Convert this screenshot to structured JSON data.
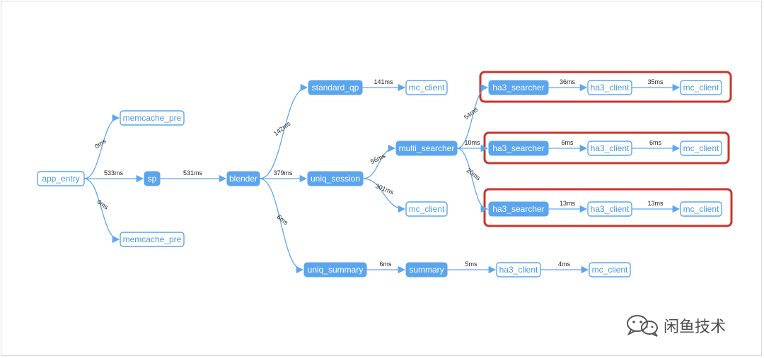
{
  "diagram": {
    "nodes": [
      {
        "id": "app_entry",
        "label": "app_entry",
        "style": "outline"
      },
      {
        "id": "memcache_pre_top",
        "label": "memcache_pre",
        "style": "outline"
      },
      {
        "id": "memcache_pre_bottom",
        "label": "memcache_pre",
        "style": "outline"
      },
      {
        "id": "sp",
        "label": "sp",
        "style": "filled"
      },
      {
        "id": "blender",
        "label": "blender",
        "style": "filled"
      },
      {
        "id": "standard_qp",
        "label": "standard_qp",
        "style": "filled"
      },
      {
        "id": "uniq_session",
        "label": "uniq_session",
        "style": "filled"
      },
      {
        "id": "uniq_summary",
        "label": "uniq_summary",
        "style": "filled"
      },
      {
        "id": "mc_client_qp",
        "label": "mc_client",
        "style": "outline"
      },
      {
        "id": "multi_searcher",
        "label": "multi_searcher",
        "style": "filled"
      },
      {
        "id": "mc_client_session",
        "label": "mc_client",
        "style": "outline"
      },
      {
        "id": "summary",
        "label": "summary",
        "style": "filled"
      },
      {
        "id": "ha3_client_summary",
        "label": "ha3_client",
        "style": "outline"
      },
      {
        "id": "mc_client_summary",
        "label": "mc_client",
        "style": "outline"
      },
      {
        "id": "ha3_searcher_1",
        "label": "ha3_searcher",
        "style": "filled"
      },
      {
        "id": "ha3_client_1",
        "label": "ha3_client",
        "style": "outline"
      },
      {
        "id": "mc_client_1",
        "label": "mc_client",
        "style": "outline"
      },
      {
        "id": "ha3_searcher_2",
        "label": "ha3_searcher",
        "style": "filled"
      },
      {
        "id": "ha3_client_2",
        "label": "ha3_client",
        "style": "outline"
      },
      {
        "id": "mc_client_2",
        "label": "mc_client",
        "style": "outline"
      },
      {
        "id": "ha3_searcher_3",
        "label": "ha3_searcher",
        "style": "filled"
      },
      {
        "id": "ha3_client_3",
        "label": "ha3_client",
        "style": "outline"
      },
      {
        "id": "mc_client_3",
        "label": "mc_client",
        "style": "outline"
      }
    ],
    "edges": [
      {
        "from": "app_entry",
        "to": "memcache_pre_top",
        "label": "0ms"
      },
      {
        "from": "app_entry",
        "to": "sp",
        "label": "533ms"
      },
      {
        "from": "app_entry",
        "to": "memcache_pre_bottom",
        "label": "0ms"
      },
      {
        "from": "sp",
        "to": "blender",
        "label": "531ms"
      },
      {
        "from": "blender",
        "to": "standard_qp",
        "label": "142ms"
      },
      {
        "from": "blender",
        "to": "uniq_session",
        "label": "379ms"
      },
      {
        "from": "blender",
        "to": "uniq_summary",
        "label": "6ms"
      },
      {
        "from": "standard_qp",
        "to": "mc_client_qp",
        "label": "141ms"
      },
      {
        "from": "uniq_session",
        "to": "multi_searcher",
        "label": "56ms"
      },
      {
        "from": "uniq_session",
        "to": "mc_client_session",
        "label": "301ms"
      },
      {
        "from": "multi_searcher",
        "to": "ha3_searcher_1",
        "label": "54ms"
      },
      {
        "from": "multi_searcher",
        "to": "ha3_searcher_2",
        "label": "10ms"
      },
      {
        "from": "multi_searcher",
        "to": "ha3_searcher_3",
        "label": "20ms"
      },
      {
        "from": "ha3_searcher_1",
        "to": "ha3_client_1",
        "label": "36ms"
      },
      {
        "from": "ha3_client_1",
        "to": "mc_client_1",
        "label": "35ms"
      },
      {
        "from": "ha3_searcher_2",
        "to": "ha3_client_2",
        "label": "6ms"
      },
      {
        "from": "ha3_client_2",
        "to": "mc_client_2",
        "label": "6ms"
      },
      {
        "from": "ha3_searcher_3",
        "to": "ha3_client_3",
        "label": "13ms"
      },
      {
        "from": "ha3_client_3",
        "to": "mc_client_3",
        "label": "13ms"
      },
      {
        "from": "uniq_summary",
        "to": "summary",
        "label": "6ms"
      },
      {
        "from": "summary",
        "to": "ha3_client_summary",
        "label": "5ms"
      },
      {
        "from": "ha3_client_summary",
        "to": "mc_client_summary",
        "label": "4ms"
      }
    ],
    "highlight_color": "#c8352b",
    "node_color": "#5aa5ed"
  },
  "watermark": {
    "icon": "wechat-icon",
    "text": "闲鱼技术"
  }
}
